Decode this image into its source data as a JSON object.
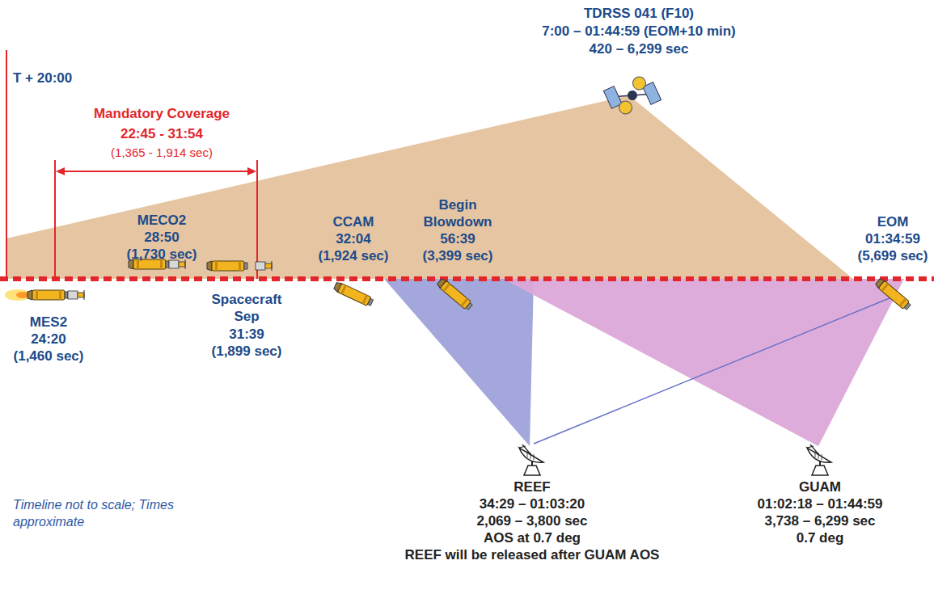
{
  "diagram": {
    "labels": [
      "TDRSS 041 (F10)",
      "7:00 – 01:44:59 (EOM+10 min)",
      "420 – 6,299 sec",
      "T + 20:00",
      "Mandatory Coverage",
      "22:45 - 31:54",
      "(1,365 - 1,914 sec)",
      "MECO2",
      "28:50",
      "(1,730 sec)",
      "MES2",
      "24:20",
      "(1,460 sec)",
      "Spacecraft Sep",
      "31:39",
      "(1,899 sec)",
      "CCAM",
      "32:04",
      "(1,924 sec)",
      "Begin Blowdown",
      "56:39",
      "(3,399 sec)",
      "EOM",
      "01:34:59",
      "(5,699 sec)",
      "REEF",
      "34:29 – 01:03:20",
      "2,069 – 3,800 sec",
      "AOS at 0.7 deg",
      "REEF will be released after GUAM AOS",
      "GUAM",
      "01:02:18 – 01:44:59",
      "3,738 – 6,299 sec",
      "0.7 deg",
      "Timeline not to scale; Times approximate"
    ]
  }
}
